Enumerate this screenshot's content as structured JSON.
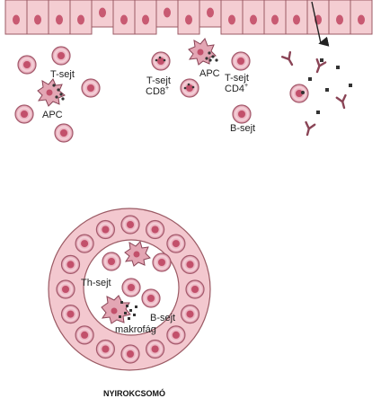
{
  "labels": {
    "t_sejt_left": "T-sejt",
    "apc_left": "APC",
    "t_sejt_cd8": "T-sejt",
    "cd8": "CD8",
    "cd8_sup": "+",
    "apc_mid": "APC",
    "t_sejt_cd4": "T-sejt",
    "cd4": "CD4",
    "cd4_sup": "+",
    "b_sejt_top": "B-sejt",
    "th_sejt": "Th-sejt",
    "b_sejt_node": "B-sejt",
    "makrofag": "makrofág",
    "nyirokcsomo": "NYIROKCSOMÓ"
  },
  "colors": {
    "epithelium_fill": "#f4cdd2",
    "epithelium_stroke": "#9b5a64",
    "nucleus": "#c85a72",
    "cell_outer": "#e9b3bf",
    "cell_inner": "#d27b92",
    "apc_fill": "#e3a6b4",
    "node_ring": "#f3c8cf",
    "node_inner": "#ffffff",
    "antibody": "#8a4456",
    "antigen": "#333333"
  },
  "icons": {
    "antibody": "y-shaped-antibody-icon",
    "antigen": "antigen-particle-icon",
    "arrow": "down-arrow-icon"
  }
}
